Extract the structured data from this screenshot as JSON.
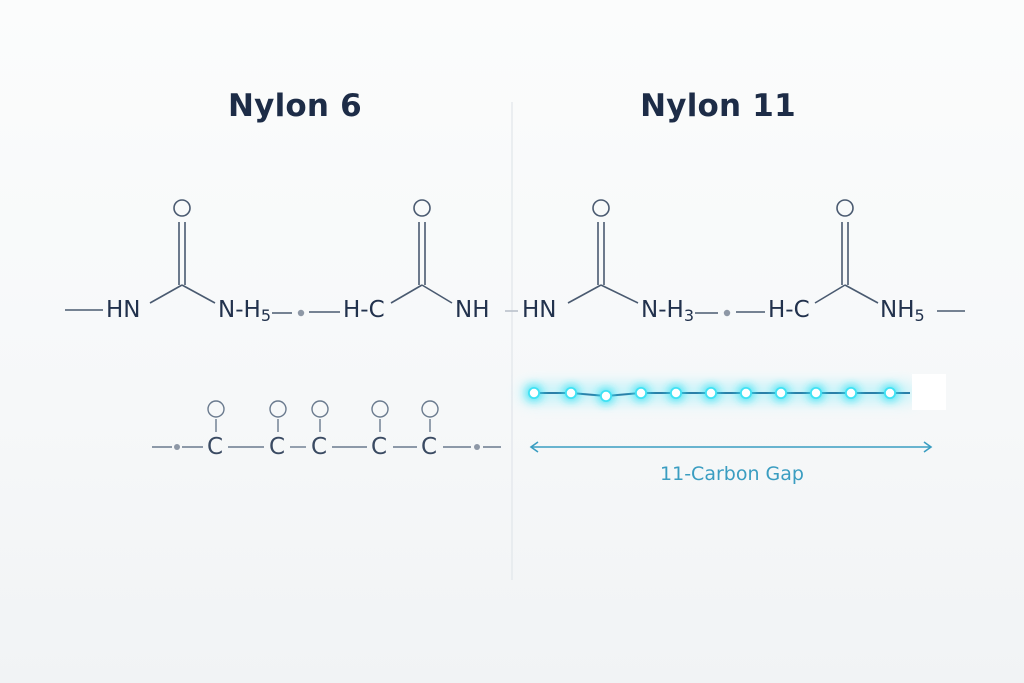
{
  "panels": {
    "left": {
      "title": "Nylon 6",
      "backbone_groups": {
        "hn_1": "HN",
        "nh_1": "N-H",
        "nh_1_sub": "5",
        "hc_1": "H-C",
        "nh_2": "NH"
      },
      "carbonyl_oxygens": [
        "O",
        "O"
      ],
      "carbon_chain": {
        "carbons": [
          "C",
          "C",
          "C",
          "C",
          "C"
        ],
        "pendant_groups": [
          "O",
          "O",
          "O",
          "O",
          "O"
        ]
      }
    },
    "right": {
      "title": "Nylon 11",
      "backbone_groups": {
        "hn_1": "HN",
        "nh_1": "N-H",
        "nh_1_sub": "3",
        "hc_1": "H-C",
        "nh_2": "NH",
        "nh_2_sub": "5"
      },
      "carbonyl_oxygens": [
        "O",
        "O"
      ],
      "highlighted_chain": {
        "node_count": 11,
        "glow_color": "#39d8ef",
        "bond_color": "#2b7fa8"
      },
      "gap_annotation": {
        "label": "11-Carbon Gap",
        "color": "#3a9dc1"
      }
    }
  },
  "colors": {
    "text": "#1d2c47",
    "bond": "#4a5a70",
    "divider": "#e1e5ea",
    "accent": "#3a9dc1"
  }
}
